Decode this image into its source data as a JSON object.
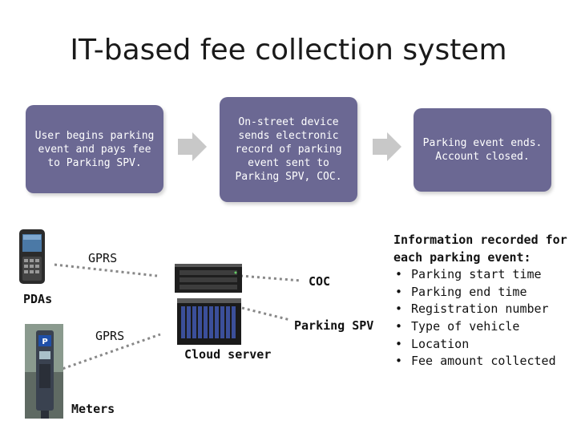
{
  "title": "IT-based fee collection system",
  "steps": [
    {
      "text": "User begins parking event and pays fee to Parking SPV."
    },
    {
      "text": "On-street device sends electronic record of parking event sent to Parking SPV, COC."
    },
    {
      "text": "Parking event ends. Account closed."
    }
  ],
  "labels": {
    "gprs_top": "GPRS",
    "gprs_bottom": "GPRS",
    "pdas": "PDAs",
    "meters": "Meters",
    "coc": "COC",
    "parking_spv": "Parking SPV",
    "cloud_server": "Cloud server"
  },
  "info": {
    "heading": "Information recorded for each parking event:",
    "items": [
      "Parking start time",
      "Parking end time",
      "Registration number",
      "Type of vehicle",
      "Location",
      "Fee amount collected"
    ]
  },
  "colors": {
    "step_fill": "#6b6893",
    "arrow_fill": "#c8c8c8",
    "dotted_line": "#888888"
  }
}
